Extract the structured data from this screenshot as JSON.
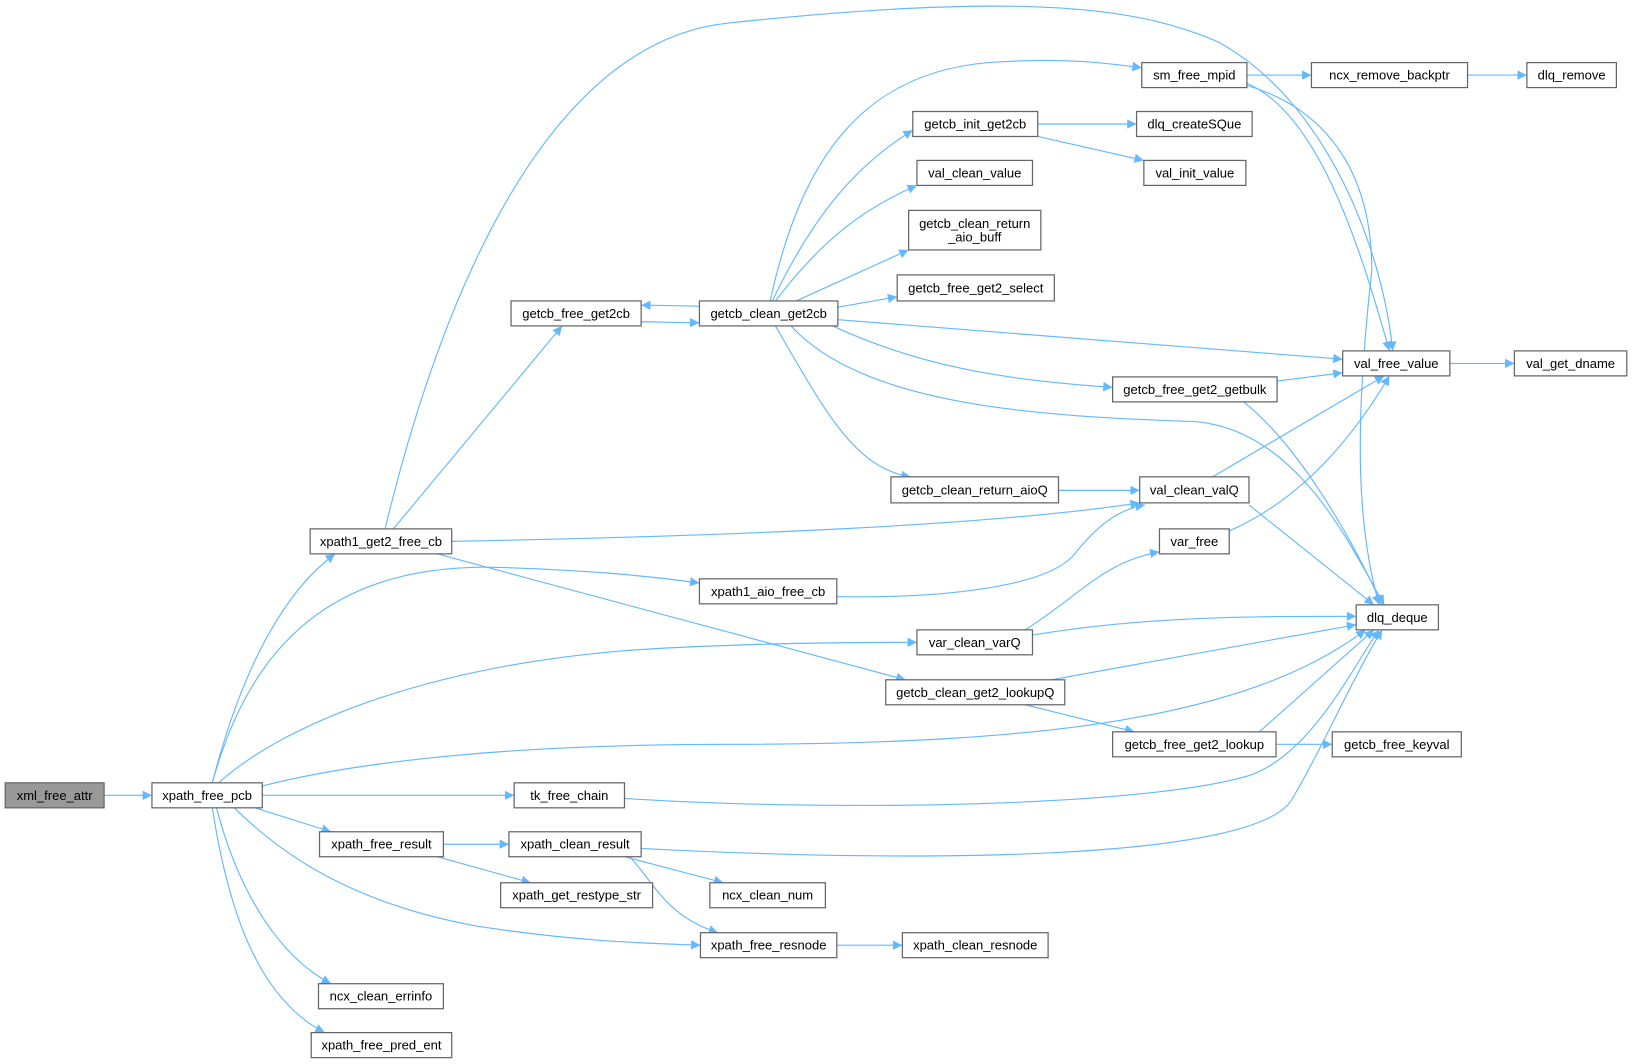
{
  "graph": {
    "type": "call-graph",
    "root": "xml_free_attr",
    "nodes": [
      {
        "id": "xml_free_attr",
        "label": "xml_free_attr",
        "root": true
      },
      {
        "id": "xpath_free_pcb",
        "label": "xpath_free_pcb"
      },
      {
        "id": "xpath1_get2_free_cb",
        "label": "xpath1_get2_free_cb"
      },
      {
        "id": "getcb_free_get2cb",
        "label": "getcb_free_get2cb"
      },
      {
        "id": "getcb_clean_get2cb",
        "label": "getcb_clean_get2cb"
      },
      {
        "id": "sm_free_mpid",
        "label": "sm_free_mpid"
      },
      {
        "id": "ncx_remove_backptr",
        "label": "ncx_remove_backptr"
      },
      {
        "id": "dlq_remove",
        "label": "dlq_remove"
      },
      {
        "id": "getcb_init_get2cb",
        "label": "getcb_init_get2cb"
      },
      {
        "id": "dlq_createSQue",
        "label": "dlq_createSQue"
      },
      {
        "id": "val_init_value",
        "label": "val_init_value"
      },
      {
        "id": "val_clean_value",
        "label": "val_clean_value"
      },
      {
        "id": "getcb_clean_return_aio_buff",
        "label": "getcb_clean_return\n_aio_buff"
      },
      {
        "id": "getcb_free_get2_select",
        "label": "getcb_free_get2_select"
      },
      {
        "id": "val_free_value",
        "label": "val_free_value"
      },
      {
        "id": "val_get_dname",
        "label": "val_get_dname"
      },
      {
        "id": "getcb_free_get2_getbulk",
        "label": "getcb_free_get2_getbulk"
      },
      {
        "id": "getcb_clean_return_aioQ",
        "label": "getcb_clean_return_aioQ"
      },
      {
        "id": "val_clean_valQ",
        "label": "val_clean_valQ"
      },
      {
        "id": "var_free",
        "label": "var_free"
      },
      {
        "id": "xpath1_aio_free_cb",
        "label": "xpath1_aio_free_cb"
      },
      {
        "id": "dlq_deque",
        "label": "dlq_deque"
      },
      {
        "id": "var_clean_varQ",
        "label": "var_clean_varQ"
      },
      {
        "id": "getcb_clean_get2_lookupQ",
        "label": "getcb_clean_get2_lookupQ"
      },
      {
        "id": "getcb_free_get2_lookup",
        "label": "getcb_free_get2_lookup"
      },
      {
        "id": "getcb_free_keyval",
        "label": "getcb_free_keyval"
      },
      {
        "id": "tk_free_chain",
        "label": "tk_free_chain"
      },
      {
        "id": "xpath_free_result",
        "label": "xpath_free_result"
      },
      {
        "id": "xpath_clean_result",
        "label": "xpath_clean_result"
      },
      {
        "id": "xpath_get_restype_str",
        "label": "xpath_get_restype_str"
      },
      {
        "id": "ncx_clean_num",
        "label": "ncx_clean_num"
      },
      {
        "id": "xpath_free_resnode",
        "label": "xpath_free_resnode"
      },
      {
        "id": "xpath_clean_resnode",
        "label": "xpath_clean_resnode"
      },
      {
        "id": "ncx_clean_errinfo",
        "label": "ncx_clean_errinfo"
      },
      {
        "id": "xpath_free_pred_ent",
        "label": "xpath_free_pred_ent"
      }
    ],
    "colors": {
      "edge": "#63b8ff",
      "root_fill": "#999999",
      "border": "#666666"
    }
  }
}
